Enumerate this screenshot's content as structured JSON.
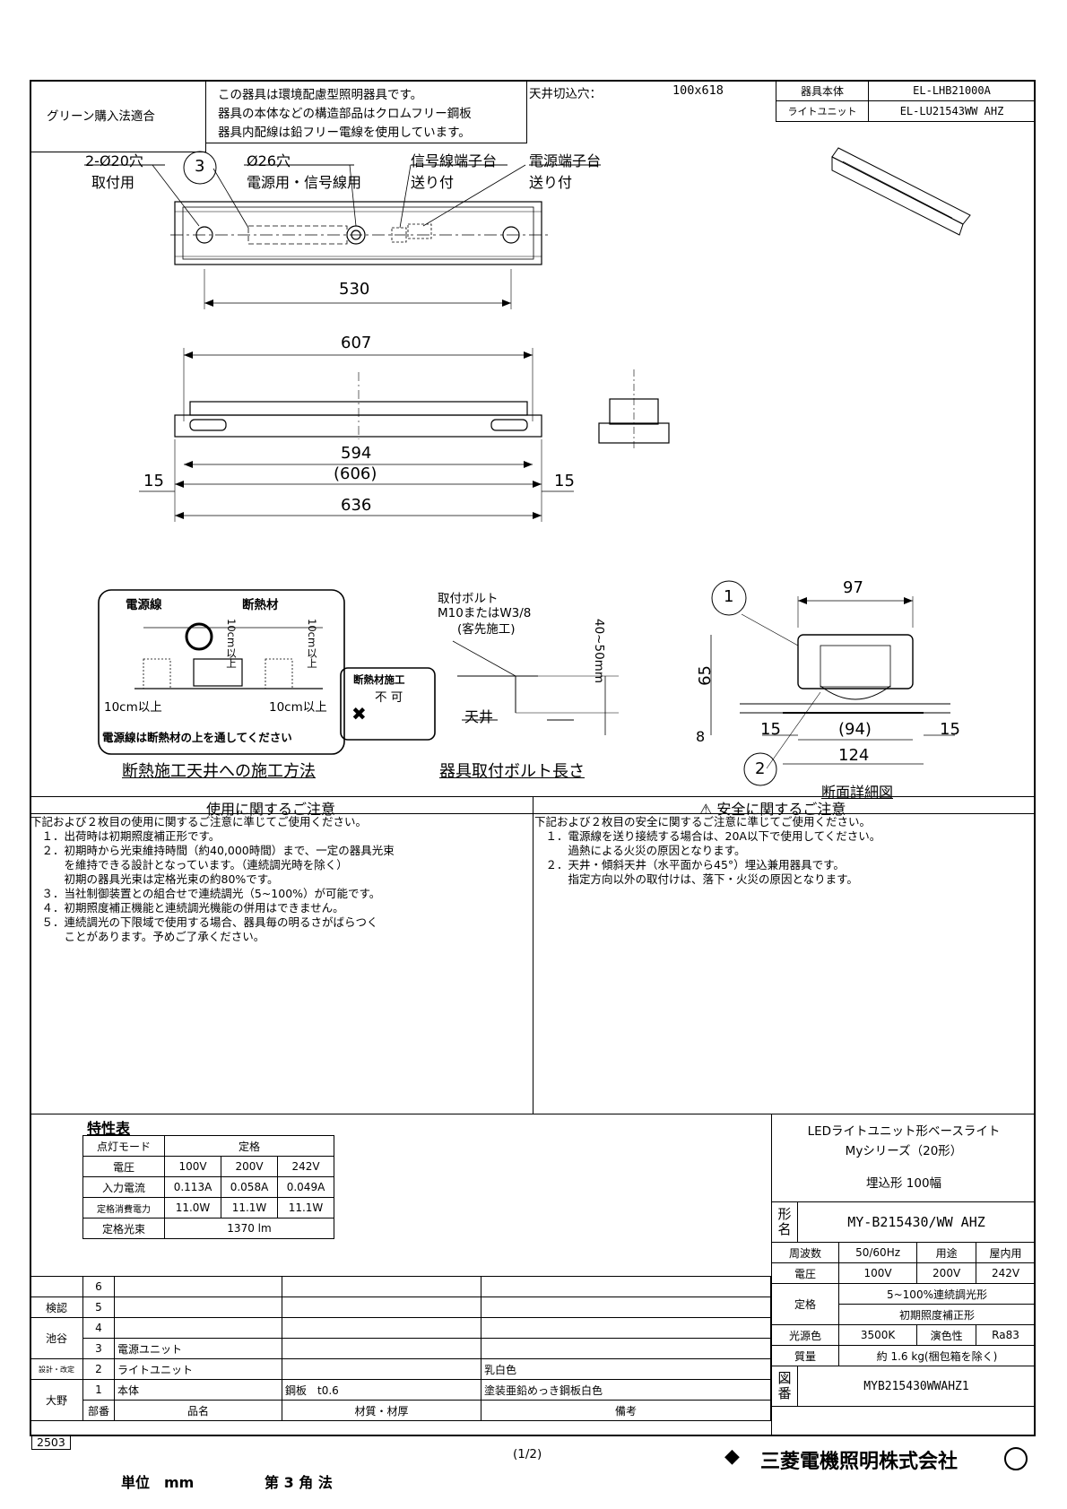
{
  "header": {
    "green_purchase": "グリーン購入法適合",
    "eco_notes": [
      "この器具は環境配慮型照明器具です。",
      "器具の本体などの構造部品はクロムフリー鋼板",
      "器具内配線は鉛フリー電線を使用しています。"
    ],
    "ceiling_cutout_label": "天井切込穴：",
    "ceiling_cutout_value": "100x618",
    "body_label": "器具本体",
    "body_value": "EL-LHB21000A",
    "unit_label": "ライトユニット",
    "unit_value": "EL-LU21543WW AHZ"
  },
  "drawing": {
    "hole_label": "2-Ø20穴",
    "hole_use": "取付用",
    "circle3": "3",
    "hole26_label": "Ø26穴",
    "hole26_use": "電源用・信号線用",
    "signal_terminal": "信号線端子台",
    "signal_terminal_sub": "送り付",
    "power_terminal": "電源端子台",
    "power_terminal_sub": "送り付",
    "dim_530": "530",
    "dim_607": "607",
    "dim_594": "594",
    "dim_606": "(606)",
    "dim_636": "636",
    "dim_15a": "15",
    "dim_15b": "15",
    "insul_power_line": "電源線",
    "insul_material": "断熱材",
    "insul_10cm_a": "10cm以上",
    "insul_10cm_b": "10cm以上",
    "insul_10cm_c": "10cm以上",
    "insul_10cm_d": "10cm以上",
    "insul_note": "電源線は断熱材の上を通してください",
    "insul_ng_title": "断熱材施工",
    "insul_ng": "不 可",
    "insul_caption": "断熱施工天井への施工方法",
    "bolt_label": "取付ボルト",
    "bolt_spec": "M10またはW3/8",
    "bolt_customer": "(客先施工)",
    "bolt_len": "40~50mm",
    "ceiling": "天井",
    "bolt_caption": "器具取付ボルト長さ",
    "sec_97": "97",
    "sec_65": "65",
    "sec_8": "8",
    "sec_15a": "15",
    "sec_94": "(94)",
    "sec_15b": "15",
    "sec_124": "124",
    "circle1": "1",
    "circle2": "2",
    "sec_caption": "断面詳細図"
  },
  "usage": {
    "title": "使用に関するご注意",
    "lines": [
      "下記および２枚目の使用に関するご注意に準じてご使用ください。",
      "　１．出荷時は初期照度補正形です。",
      "　２．初期時から光束維持時間（約40,000時間）まで、一定の器具光束",
      "　　　を維持できる設計となっています。（連続調光時を除く）",
      "　　　初期の器具光束は定格光束の約80%です。",
      "　３．当社制御装置との組合せで連続調光（5~100%）が可能です。",
      "　４．初期照度補正機能と連続調光機能の併用はできません。",
      "　５．連続調光の下限域で使用する場合、器具毎の明るさがばらつく",
      "　　　ことがあります。予めご了承ください。"
    ]
  },
  "safety": {
    "title": "⚠ 安全に関するご注意",
    "lines": [
      "下記および２枚目の安全に関するご注意に準じてご使用ください。",
      "　１．電源線を送り接続する場合は、20A以下で使用してください。",
      "　　　過熱による火災の原因となります。",
      "　２．天井・傾斜天井（水平面から45°）埋込兼用器具です。",
      "　　　指定方向以外の取付けは、落下・火災の原因となります。"
    ]
  },
  "spec_table": {
    "title": "特性表",
    "rows": [
      [
        "点灯モード",
        "定格"
      ],
      [
        "電圧",
        "100V",
        "200V",
        "242V"
      ],
      [
        "入力電流",
        "0.113A",
        "0.058A",
        "0.049A"
      ],
      [
        "定格消費電力",
        "11.0W",
        "11.1W",
        "11.1W"
      ],
      [
        "定格光束",
        "1370 lm"
      ]
    ]
  },
  "parts": {
    "rows": [
      {
        "no": "6",
        "name": "",
        "material": "",
        "note": ""
      },
      {
        "no": "5",
        "name": "",
        "material": "",
        "note": ""
      },
      {
        "no": "4",
        "name": "",
        "material": "",
        "note": ""
      },
      {
        "no": "3",
        "name": "電源ユニット",
        "material": "",
        "note": ""
      },
      {
        "no": "2",
        "name": "ライトユニット",
        "material": "",
        "note": "乳白色"
      },
      {
        "no": "1",
        "name": "本体",
        "material": "鋼板　t0.6",
        "note": "塗装亜鉛めっき鋼板白色"
      }
    ],
    "head_no": "部番",
    "head_name": "品名",
    "head_material": "材質・材厚",
    "head_note": "備考",
    "left_labels": [
      "検認",
      "池谷",
      "設計・改定",
      "大野"
    ],
    "code": "2503"
  },
  "product": {
    "line1": "LEDライトユニット形ベースライト",
    "line2": "Myシリーズ（20形）",
    "line3": "埋込形 100幅",
    "model_label": "形名",
    "model": "MY-B215430/WW AHZ",
    "freq_label": "周波数",
    "freq": "50/60Hz",
    "use_label": "用途",
    "use": "屋内用",
    "volt_label": "電圧",
    "volts": [
      "100V",
      "200V",
      "242V"
    ],
    "rating_label": "定格",
    "rating1": "5~100%連続調光形",
    "rating2": "初期照度補正形",
    "color_label": "光源色",
    "color": "3500K",
    "cri_label": "演色性",
    "cri": "Ra83",
    "weight_label": "質量",
    "weight": "約 1.6 kg(梱包箱を除く)",
    "drawing_label": "図番",
    "drawing_no": "MYB215430WWAHZ1"
  },
  "footer": {
    "unit": "単位　mm",
    "projection": "第 3 角 法",
    "page": "(1/2)",
    "company": "三菱電機照明株式会社"
  }
}
